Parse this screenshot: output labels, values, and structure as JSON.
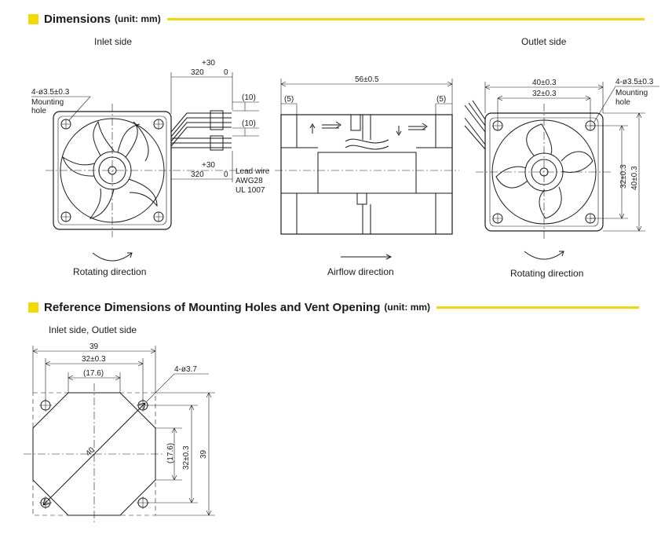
{
  "colors": {
    "accent": "#f2d900",
    "ink": "#1a1a1a"
  },
  "section1": {
    "title": "Dimensions",
    "unit": "(unit: mm)",
    "inlet_side": "Inlet side",
    "outlet_side": "Outlet side",
    "hole_callout": "4-ø3.5±0.3",
    "mounting_hole_l1": "Mounting",
    "mounting_hole_l2": "hole",
    "lead_tol": "+30",
    "lead_len_top": "320",
    "lead_len_zero": "0",
    "lead_10": "(10)",
    "lead_wire_l1": "Lead wire",
    "lead_wire_l2": "AWG28",
    "lead_wire_l3": "UL 1007",
    "depth": "56±0.5",
    "side_5": "(5)",
    "outer_40": "40±0.3",
    "pitch_32": "32±0.3",
    "rotating_direction": "Rotating direction",
    "airflow_direction": "Airflow direction"
  },
  "section2": {
    "title": "Reference Dimensions of Mounting Holes and Vent Opening",
    "unit": "(unit: mm)",
    "subtitle": "Inlet side, Outlet side",
    "width_39": "39",
    "pitch_32": "32±0.3",
    "flat_176": "(17.6)",
    "hole_callout": "4-ø3.7",
    "diag_40": "40"
  }
}
